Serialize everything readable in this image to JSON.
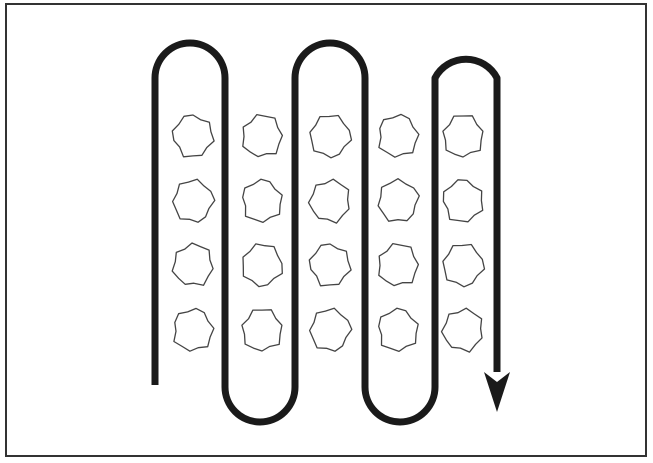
{
  "diagram": {
    "grid": {
      "rows": 4,
      "columns": 5
    },
    "path": {
      "meanders": 5,
      "arrow": "down"
    },
    "colors": {
      "frame": "#333333",
      "path": "#1a1a1a",
      "blob": "#444444",
      "background": "#ffffff"
    }
  }
}
